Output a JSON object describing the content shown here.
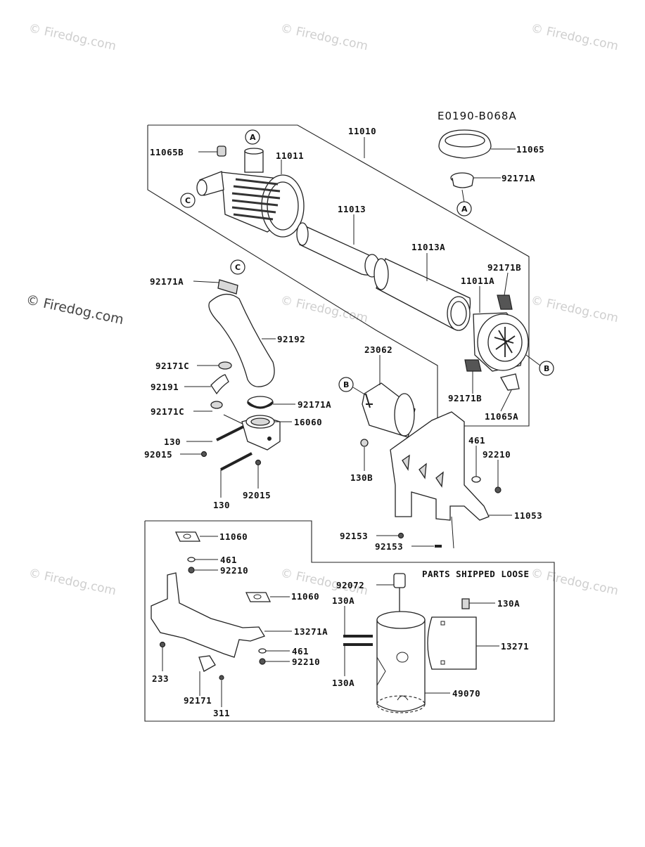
{
  "diagram_code": "E0190-B068A",
  "watermark": "© Firedog.com",
  "loose_parts_title": "PARTS SHIPPED LOOSE",
  "callouts": {
    "a": "A",
    "b": "B",
    "c": "C"
  },
  "labels": {
    "p11010": "11010",
    "p11065B": "11065B",
    "p11011": "11011",
    "p11065": "11065",
    "p92171A_top": "92171A",
    "p11013": "11013",
    "p11013A": "11013A",
    "p92171B_top": "92171B",
    "p11011A": "11011A",
    "p92171A_mid": "92171A",
    "p92192": "92192",
    "p92171C_1": "92171C",
    "p92191": "92191",
    "p92171C_2": "92171C",
    "p92171A_clamp": "92171A",
    "p16060": "16060",
    "p130_1": "130",
    "p92015_1": "92015",
    "p130_2": "130",
    "p92015_2": "92015",
    "p23062": "23062",
    "p92171B_bot": "92171B",
    "p11065A": "11065A",
    "p461_top": "461",
    "p92210_top": "92210",
    "p130B": "130B",
    "p11053": "11053",
    "p92153_1": "92153",
    "p92153_2": "92153",
    "p11060_1": "11060",
    "p461_mid": "461",
    "p92210_mid": "92210",
    "p11060_2": "11060",
    "p92072": "92072",
    "p130A_1": "130A",
    "p130A_right": "130A",
    "p13271A": "13271A",
    "p461_bot": "461",
    "p92210_bot": "92210",
    "p13271": "13271",
    "p130A_2": "130A",
    "p233": "233",
    "p49070": "49070",
    "p92171": "92171",
    "p311": "311"
  }
}
